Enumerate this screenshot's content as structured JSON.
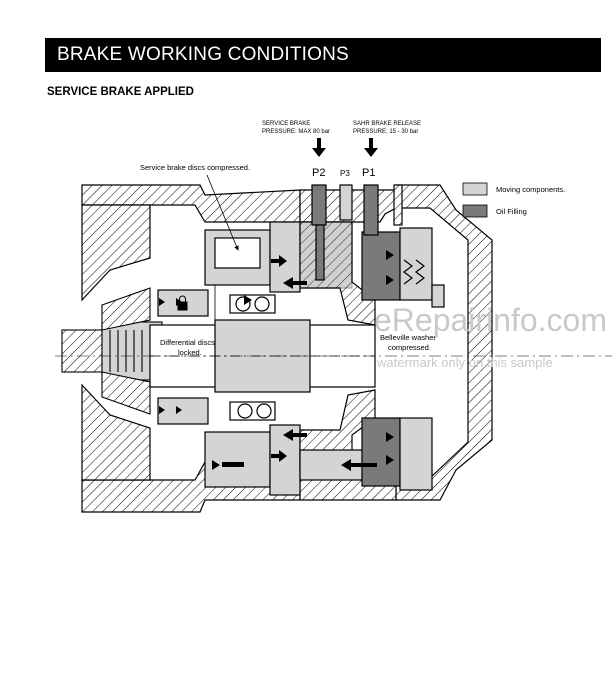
{
  "page": {
    "title": "BRAKE WORKING CONDITIONS",
    "subtitle": "SERVICE BRAKE APPLIED"
  },
  "diagram": {
    "service_brake_label_1": "SERVICE BRAKE",
    "service_brake_label_2": "PRESSURE: MAX 80 bar",
    "sahr_label_1": "SAHR BRAKE RELEASE",
    "sahr_label_2": "PRESSURE: 15 - 30 bar",
    "port_p2": "P2",
    "port_p3": "P3",
    "port_p1": "P1",
    "callout_discs_compressed": "Service brake discs compressed.",
    "callout_differential_1": "Differential discs",
    "callout_differential_2": "locked.",
    "callout_belleville_1": "Belleville washer",
    "callout_belleville_2": "compressed."
  },
  "legend": {
    "items": [
      {
        "label": "Moving components.",
        "color": "#d4d4d4"
      },
      {
        "label": "Oil Filling",
        "color": "#7a7a7a"
      }
    ]
  },
  "watermark": {
    "line1": "eRepairinfo.com",
    "line2": "watermark only on this sample"
  }
}
